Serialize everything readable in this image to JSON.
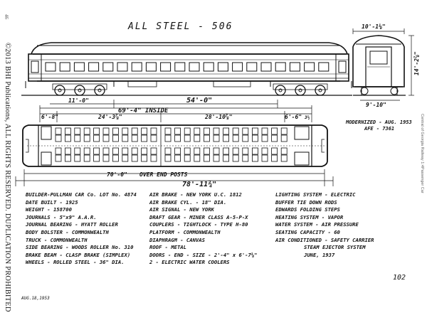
{
  "sidebar": {
    "copyright": "©2013 BHI Publications, ALL RIGHTS RESERVED. DUPLICATION PROHIBITED",
    "page_mark": "46",
    "credit": "Central of Georgia Railway 1:4Passenger Car"
  },
  "drawing": {
    "title": "ALL STEEL - 506",
    "dims": {
      "width_top": "10'-1⅛\"",
      "height_side": "14'-2⅞\"",
      "truck_width": "9'-10\"",
      "truck_spacing": "11'-0\"",
      "truck_centers": "54'-0\"",
      "inside": "69'-4\" INSIDE",
      "section_a": "6'-8\"",
      "section_b": "24'-3⅞\"",
      "section_c": "28'-10⅞\"",
      "section_d": "6'-6\"",
      "section_e": "3½",
      "over_end_posts_value": "70'-0\"",
      "over_end_posts_label": "OVER END POSTS",
      "overall": "78'-11¾\""
    },
    "modernized": [
      "MODERNIZED - AUG. 1953",
      "AFE - 7361"
    ],
    "page_number": "102",
    "date_stamp": "AUG.18,1953"
  },
  "specs": {
    "col1": [
      "BUILDER-PULLMAN CAR Co. LOT No. 4874",
      "DATE BUILT - 1925",
      "WEIGHT - 158700",
      "JOURNALS - 5\"x9\" A.A.R.",
      "JOURNAL BEARING - HYATT ROLLER",
      "BODY BOLSTER - COMMONWEALTH",
      "TRUCK - COMMONWEALTH",
      "SIDE BEARING - WOODS ROLLER No. 310",
      "BRAKE BEAM - CLASP BRAKE (SIMPLEX)",
      "WHEELS - ROLLED STEEL - 36\" DIA."
    ],
    "col2": [
      "AIR BRAKE - NEW YORK U.C. 1812",
      "AIR BRAKE CYL. - 18\" DIA.",
      "AIR SIGNAL - NEW YORK",
      "DRAFT GEAR - MINER CLASS A-5-P-X",
      "COUPLERS - TIGHTLOCK - TYPE H-80",
      "PLATFORM - COMMONWEALTH",
      "DIAPHRAGM - CANVAS",
      "ROOF - METAL",
      "DOORS - END - SIZE - 2'-4\" x 6'-7⅛\"",
      "2 - ELECTRIC WATER COOLERS"
    ],
    "col3": [
      "LIGHTING SYSTEM - ELECTRIC",
      "BUFFER TIE DOWN RODS",
      "EDWARDS FOLDING STEPS",
      "HEATING SYSTEM - VAPOR",
      "WATER SYSTEM - AIR PRESSURE",
      "SEATING CAPACITY - 60",
      "AIR CONDITIONED - SAFETY CARRIER",
      "STEAM EJECTOR SYSTEM",
      "JUNE, 1937"
    ]
  }
}
